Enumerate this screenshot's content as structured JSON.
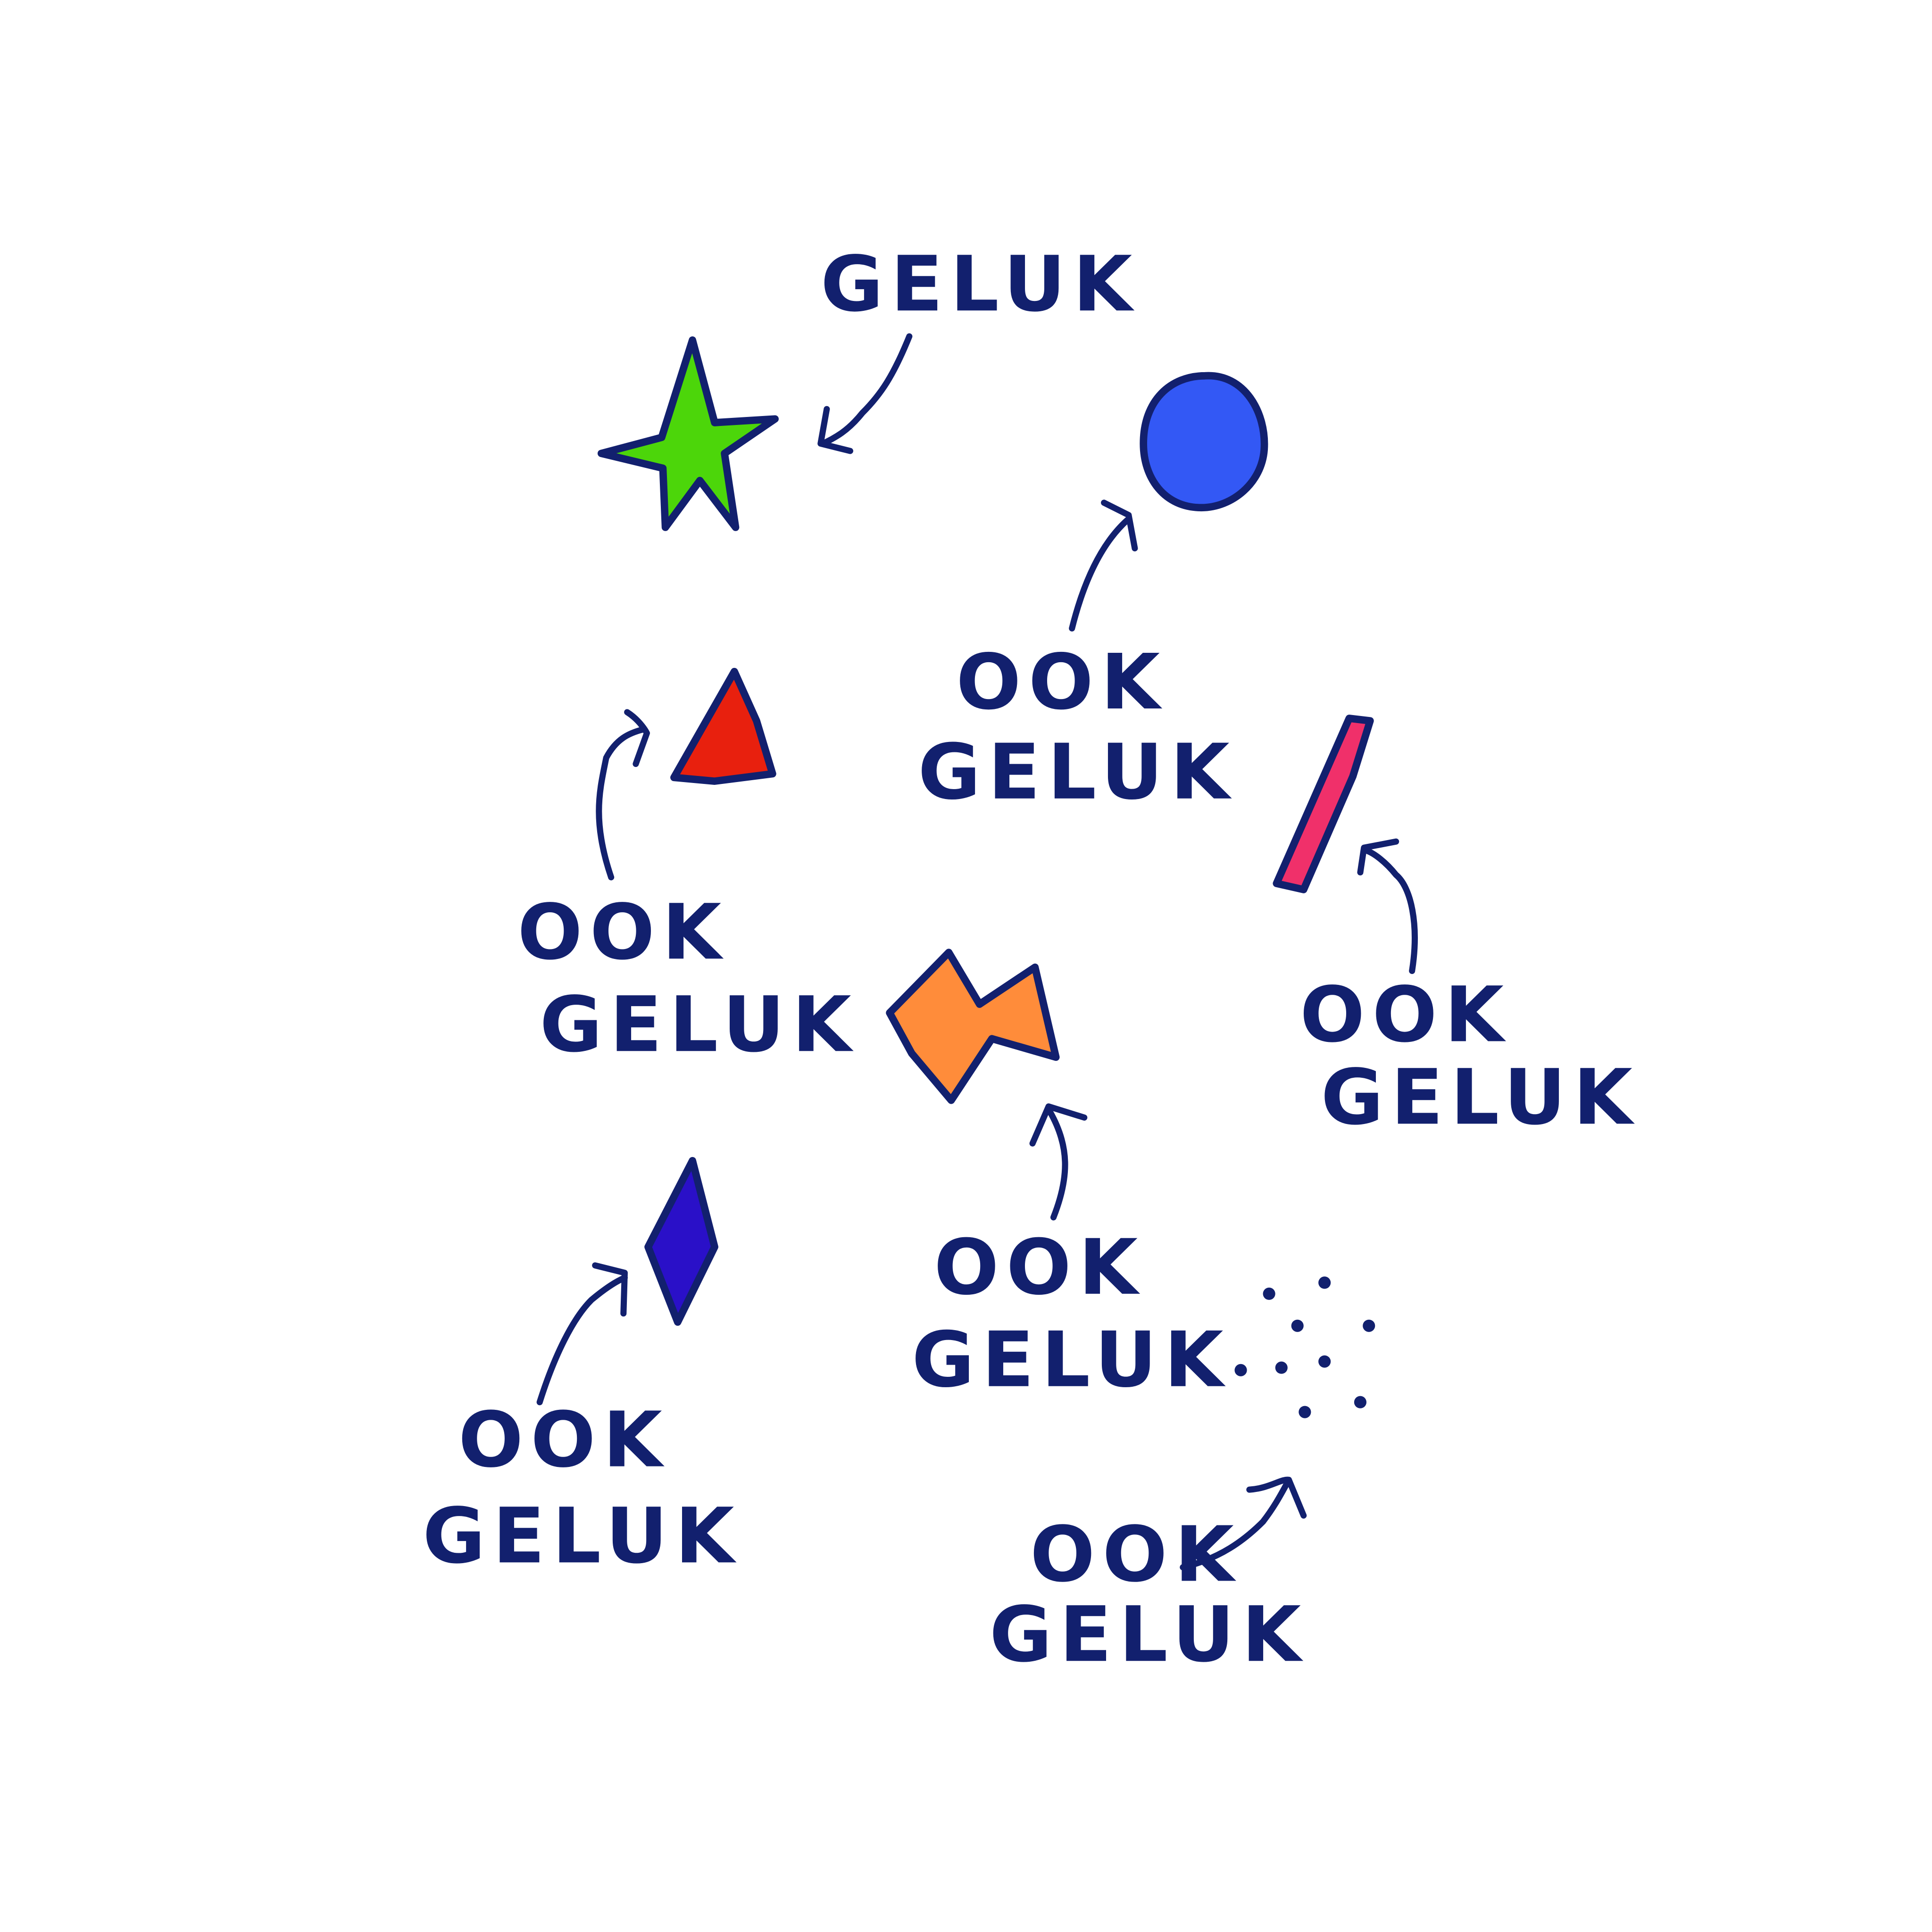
{
  "labels": {
    "main": "GELUK",
    "also_line1": "OOK",
    "also_line2": "GELUK"
  },
  "shapes": [
    {
      "name": "star",
      "color": "#4cd60a"
    },
    {
      "name": "circle",
      "color": "#3358f5"
    },
    {
      "name": "triangle",
      "color": "#e8200e"
    },
    {
      "name": "bar",
      "color": "#f0306a"
    },
    {
      "name": "zigzag",
      "color": "#ff8c3a"
    },
    {
      "name": "diamond",
      "color": "#2a10c8"
    },
    {
      "name": "dots",
      "color": "#12206e"
    }
  ],
  "ink_color": "#12206e"
}
